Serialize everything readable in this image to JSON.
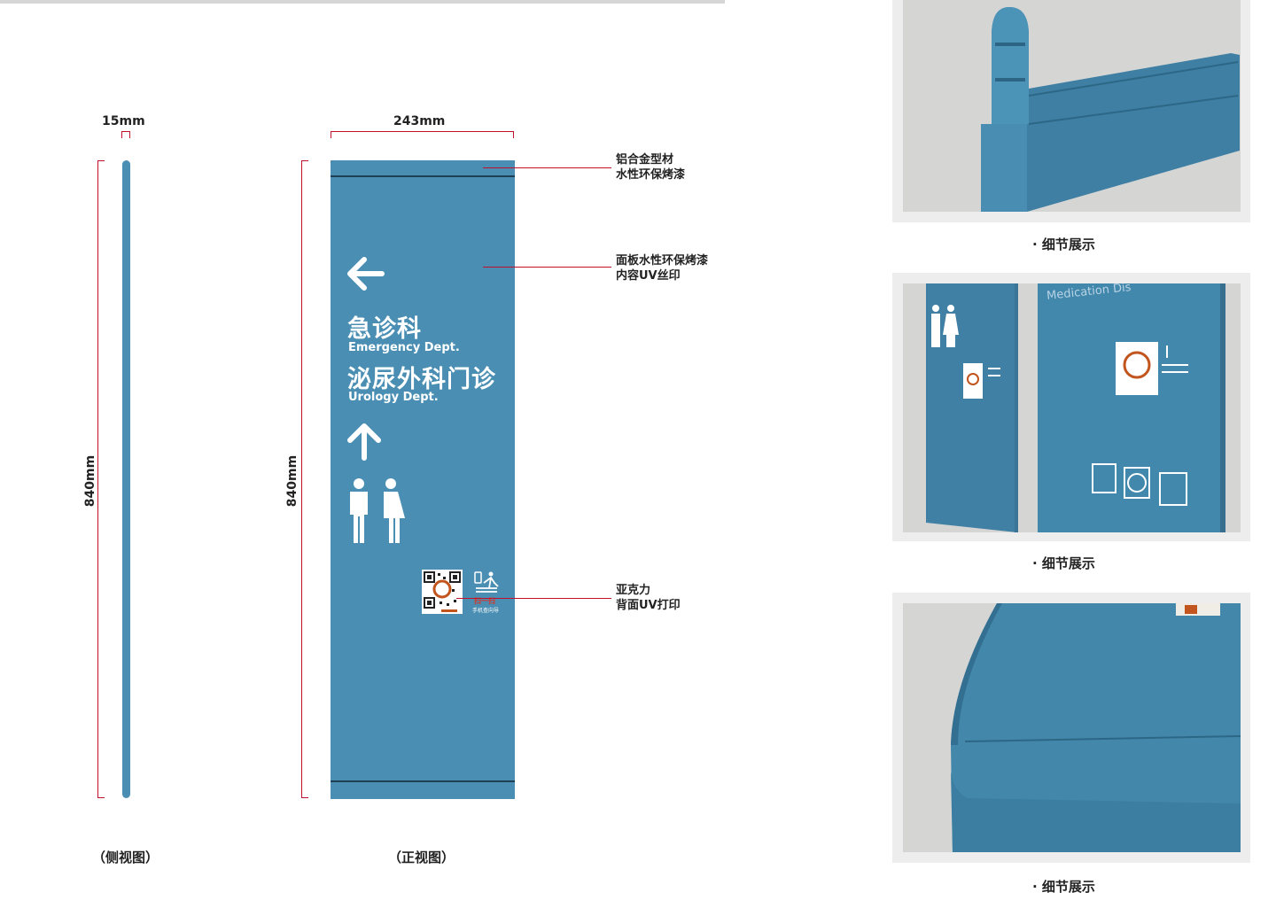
{
  "drawing": {
    "side_width_label": "15mm",
    "front_width_label": "243mm",
    "side_height_label": "840mm",
    "front_height_label": "840mm",
    "side_caption": "（侧视图）",
    "front_caption": "（正视图）"
  },
  "sign": {
    "dept1_cn": "急诊科",
    "dept1_en": "Emergency Dept.",
    "dept2_cn": "泌尿外科门诊",
    "dept2_en": "Urology Dept.",
    "qr_caption": "手机查向导",
    "scan_label": "扫一扫",
    "panel_color": "#4a8fb3"
  },
  "annotations": {
    "note1_line1": "铝合金型材",
    "note1_line2": "水性环保烤漆",
    "note2_line1": "面板水性环保烤漆",
    "note2_line2": "内容UV丝印",
    "note3_line1": "亚克力",
    "note3_line2": "背面UV打印"
  },
  "details": {
    "caption1": "· 细节展示",
    "caption2": "· 细节展示",
    "caption3": "· 细节展示",
    "photo2_text": "Medication Dis"
  }
}
